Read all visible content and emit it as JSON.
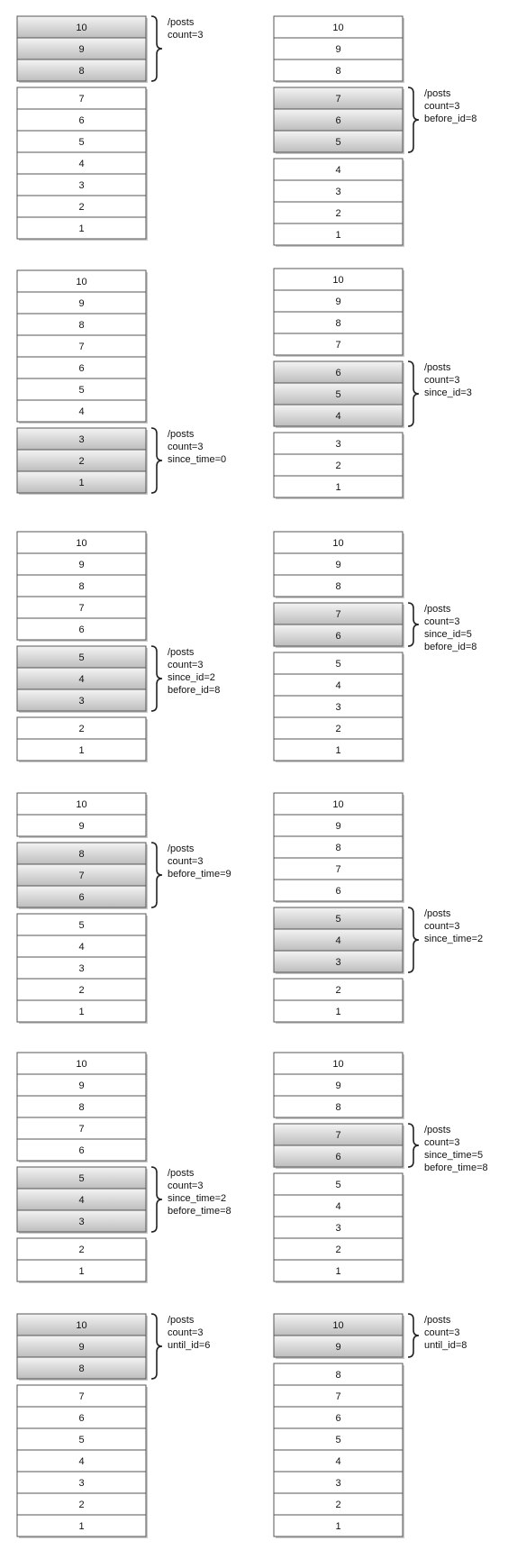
{
  "panels": [
    {
      "id": "p1",
      "groups": [
        {
          "kind": "selected",
          "items": [
            "10",
            "9",
            "8"
          ]
        },
        {
          "kind": "plain",
          "items": [
            "7",
            "6",
            "5",
            "4",
            "3",
            "2",
            "1"
          ]
        }
      ],
      "label_lines": [
        "/posts",
        "count=3"
      ]
    },
    {
      "id": "p2",
      "groups": [
        {
          "kind": "plain",
          "items": [
            "10",
            "9",
            "8"
          ]
        },
        {
          "kind": "selected",
          "items": [
            "7",
            "6",
            "5"
          ]
        },
        {
          "kind": "plain",
          "items": [
            "4",
            "3",
            "2",
            "1"
          ]
        }
      ],
      "label_lines": [
        "/posts",
        "count=3",
        "before_id=8"
      ]
    },
    {
      "id": "p3",
      "groups": [
        {
          "kind": "plain",
          "items": [
            "10",
            "9",
            "8",
            "7",
            "6",
            "5",
            "4"
          ]
        },
        {
          "kind": "selected",
          "items": [
            "3",
            "2",
            "1"
          ]
        }
      ],
      "label_lines": [
        "/posts",
        "count=3",
        "since_time=0"
      ]
    },
    {
      "id": "p4",
      "groups": [
        {
          "kind": "plain",
          "items": [
            "10",
            "9",
            "8",
            "7"
          ]
        },
        {
          "kind": "selected",
          "items": [
            "6",
            "5",
            "4"
          ]
        },
        {
          "kind": "plain",
          "items": [
            "3",
            "2",
            "1"
          ]
        }
      ],
      "label_lines": [
        "/posts",
        "count=3",
        "since_id=3"
      ]
    },
    {
      "id": "p5",
      "groups": [
        {
          "kind": "plain",
          "items": [
            "10",
            "9",
            "8",
            "7",
            "6"
          ]
        },
        {
          "kind": "selected",
          "items": [
            "5",
            "4",
            "3"
          ]
        },
        {
          "kind": "plain",
          "items": [
            "2",
            "1"
          ]
        }
      ],
      "label_lines": [
        "/posts",
        "count=3",
        "since_id=2",
        "before_id=8"
      ]
    },
    {
      "id": "p6",
      "groups": [
        {
          "kind": "plain",
          "items": [
            "10",
            "9",
            "8"
          ]
        },
        {
          "kind": "selected",
          "items": [
            "7",
            "6"
          ]
        },
        {
          "kind": "plain",
          "items": [
            "5",
            "4",
            "3",
            "2",
            "1"
          ]
        }
      ],
      "label_lines": [
        "/posts",
        "count=3",
        "since_id=5",
        "before_id=8"
      ]
    },
    {
      "id": "p7",
      "groups": [
        {
          "kind": "plain",
          "items": [
            "10",
            "9"
          ]
        },
        {
          "kind": "selected",
          "items": [
            "8",
            "7",
            "6"
          ]
        },
        {
          "kind": "plain",
          "items": [
            "5",
            "4",
            "3",
            "2",
            "1"
          ]
        }
      ],
      "label_lines": [
        "/posts",
        "count=3",
        "before_time=9"
      ]
    },
    {
      "id": "p8",
      "groups": [
        {
          "kind": "plain",
          "items": [
            "10",
            "9",
            "8",
            "7",
            "6"
          ]
        },
        {
          "kind": "selected",
          "items": [
            "5",
            "4",
            "3"
          ]
        },
        {
          "kind": "plain",
          "items": [
            "2",
            "1"
          ]
        }
      ],
      "label_lines": [
        "/posts",
        "count=3",
        "since_time=2"
      ]
    },
    {
      "id": "p9",
      "groups": [
        {
          "kind": "plain",
          "items": [
            "10",
            "9",
            "8",
            "7",
            "6"
          ]
        },
        {
          "kind": "selected",
          "items": [
            "5",
            "4",
            "3"
          ]
        },
        {
          "kind": "plain",
          "items": [
            "2",
            "1"
          ]
        }
      ],
      "label_lines": [
        "/posts",
        "count=3",
        "since_time=2",
        "before_time=8"
      ]
    },
    {
      "id": "p10",
      "groups": [
        {
          "kind": "plain",
          "items": [
            "10",
            "9",
            "8"
          ]
        },
        {
          "kind": "selected",
          "items": [
            "7",
            "6"
          ]
        },
        {
          "kind": "plain",
          "items": [
            "5",
            "4",
            "3",
            "2",
            "1"
          ]
        }
      ],
      "label_lines": [
        "/posts",
        "count=3",
        "since_time=5",
        "before_time=8"
      ]
    },
    {
      "id": "p11",
      "groups": [
        {
          "kind": "selected",
          "items": [
            "10",
            "9",
            "8"
          ]
        },
        {
          "kind": "plain",
          "items": [
            "7",
            "6",
            "5",
            "4",
            "3",
            "2",
            "1"
          ]
        }
      ],
      "label_lines": [
        "/posts",
        "count=3",
        "until_id=6"
      ]
    },
    {
      "id": "p12",
      "groups": [
        {
          "kind": "selected",
          "items": [
            "10",
            "9"
          ]
        },
        {
          "kind": "plain",
          "items": [
            "8",
            "7",
            "6",
            "5",
            "4",
            "3",
            "2",
            "1"
          ]
        }
      ],
      "label_lines": [
        "/posts",
        "count=3",
        "until_id=8"
      ]
    }
  ],
  "colors": {
    "cell_border": "#555555",
    "plain_fill": "#ffffff",
    "selected_top": "#f4f4f4",
    "selected_bottom": "#bdbdbd",
    "shadow": "#9a9a9a",
    "text": "#111111"
  }
}
